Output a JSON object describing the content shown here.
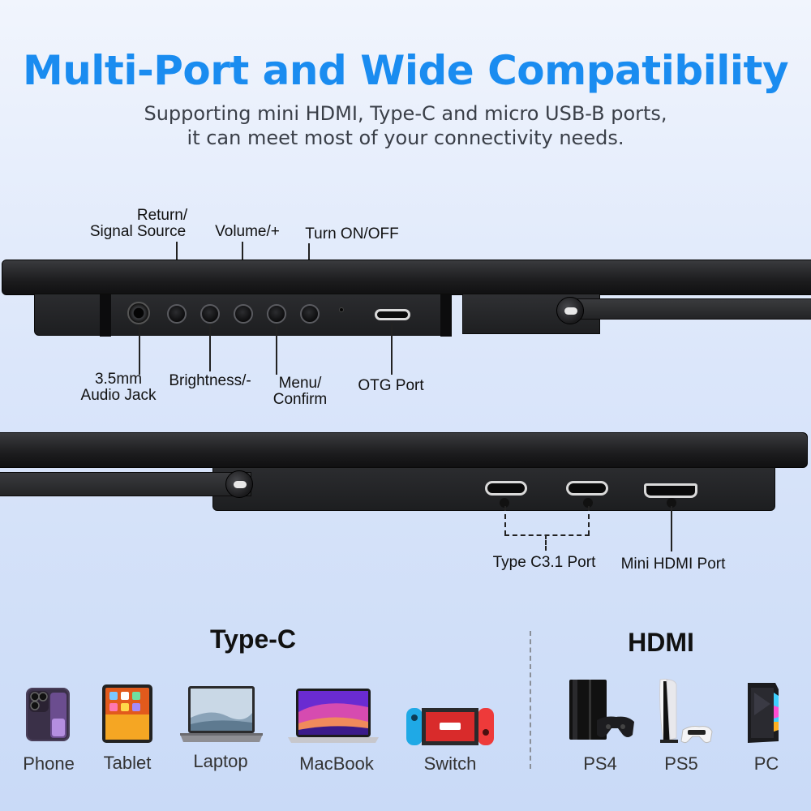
{
  "header": {
    "title": "Multi-Port and Wide Compatibility",
    "subtitle_line1": "Supporting mini HDMI, Type-C and micro USB-B ports,",
    "subtitle_line2": "it can meet most of your connectivity needs."
  },
  "top_labels": {
    "return_line1": "Return/",
    "return_line2": "Signal Source",
    "volume": "Volume/+",
    "power": "Turn ON/OFF",
    "audio_line1": "3.5mm",
    "audio_line2": "Audio Jack",
    "brightness": "Brightness/-",
    "menu_line1": "Menu/",
    "menu_line2": "Confirm",
    "otg": "OTG Port"
  },
  "bottom_labels": {
    "typec": "Type C3.1 Port",
    "hdmi": "Mini HDMI Port"
  },
  "compat": {
    "typec_title": "Type-C",
    "hdmi_title": "HDMI",
    "typec_devices": [
      "Phone",
      "Tablet",
      "Laptop",
      "MacBook",
      "Switch"
    ],
    "hdmi_devices": [
      "PS4",
      "PS5",
      "PC"
    ]
  },
  "colors": {
    "title": "#1a8cf0",
    "switch_red": "#ee3a3a",
    "switch_blue": "#1fa9e6"
  }
}
